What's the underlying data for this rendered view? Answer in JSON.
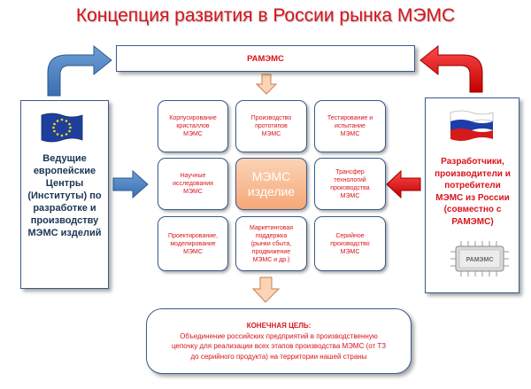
{
  "title": "Концепция развития в России рынка МЭМС",
  "top_box": "РАМЭМС",
  "left_box": {
    "lines": [
      "Ведущие",
      "европейские",
      "Центры",
      "(Институты) по",
      "разработке и",
      "производству",
      "МЭМС изделий"
    ]
  },
  "right_box": {
    "lines": [
      "Разработчики,",
      "производители и",
      "потребители",
      "МЭМС из России",
      "(совместно с",
      "РАМЭМС)"
    ],
    "chip_label": "РАМЭМС"
  },
  "grid": {
    "cells": [
      [
        "Корпусирование",
        "кристаллов",
        "МЭМС"
      ],
      [
        "Производство",
        "прототипов",
        "МЭМС"
      ],
      [
        "Тестирование и",
        "испытание",
        "МЭМС"
      ],
      [
        "Научные",
        "исследования",
        "МЭМС"
      ],
      [
        "МЭМС",
        "изделие"
      ],
      [
        "Трансфер",
        "технологий",
        "производства",
        "МЭМС"
      ],
      [
        "Проектирование,",
        "моделирование",
        "МЭМС"
      ],
      [
        "Маркетинговая",
        "поддержка",
        "(рынки сбыта,",
        "продвижение",
        "МЭМС и др.)"
      ],
      [
        "Серийное",
        "производство",
        "МЭМС"
      ]
    ]
  },
  "goal": {
    "heading": "КОНЕЧНАЯ ЦЕЛЬ:",
    "lines": [
      "Объединение российских  предприятий в производственную",
      "цепочку для реализации  всех этапов производства  МЭМС  (от ТЗ",
      "до серийного  продукта) на территории  нашей страны"
    ]
  },
  "colors": {
    "accent_red": "#d9141b",
    "border_blue": "#3a5a8a",
    "arrow_blue": "#4a7fc1",
    "arrow_orange": "#fbd4b6",
    "center_fill": "#f5a878"
  },
  "icons": {
    "eu_flag": "eu-flag-icon",
    "ru_flag": "russia-flag-icon",
    "chip": "chip-icon"
  }
}
